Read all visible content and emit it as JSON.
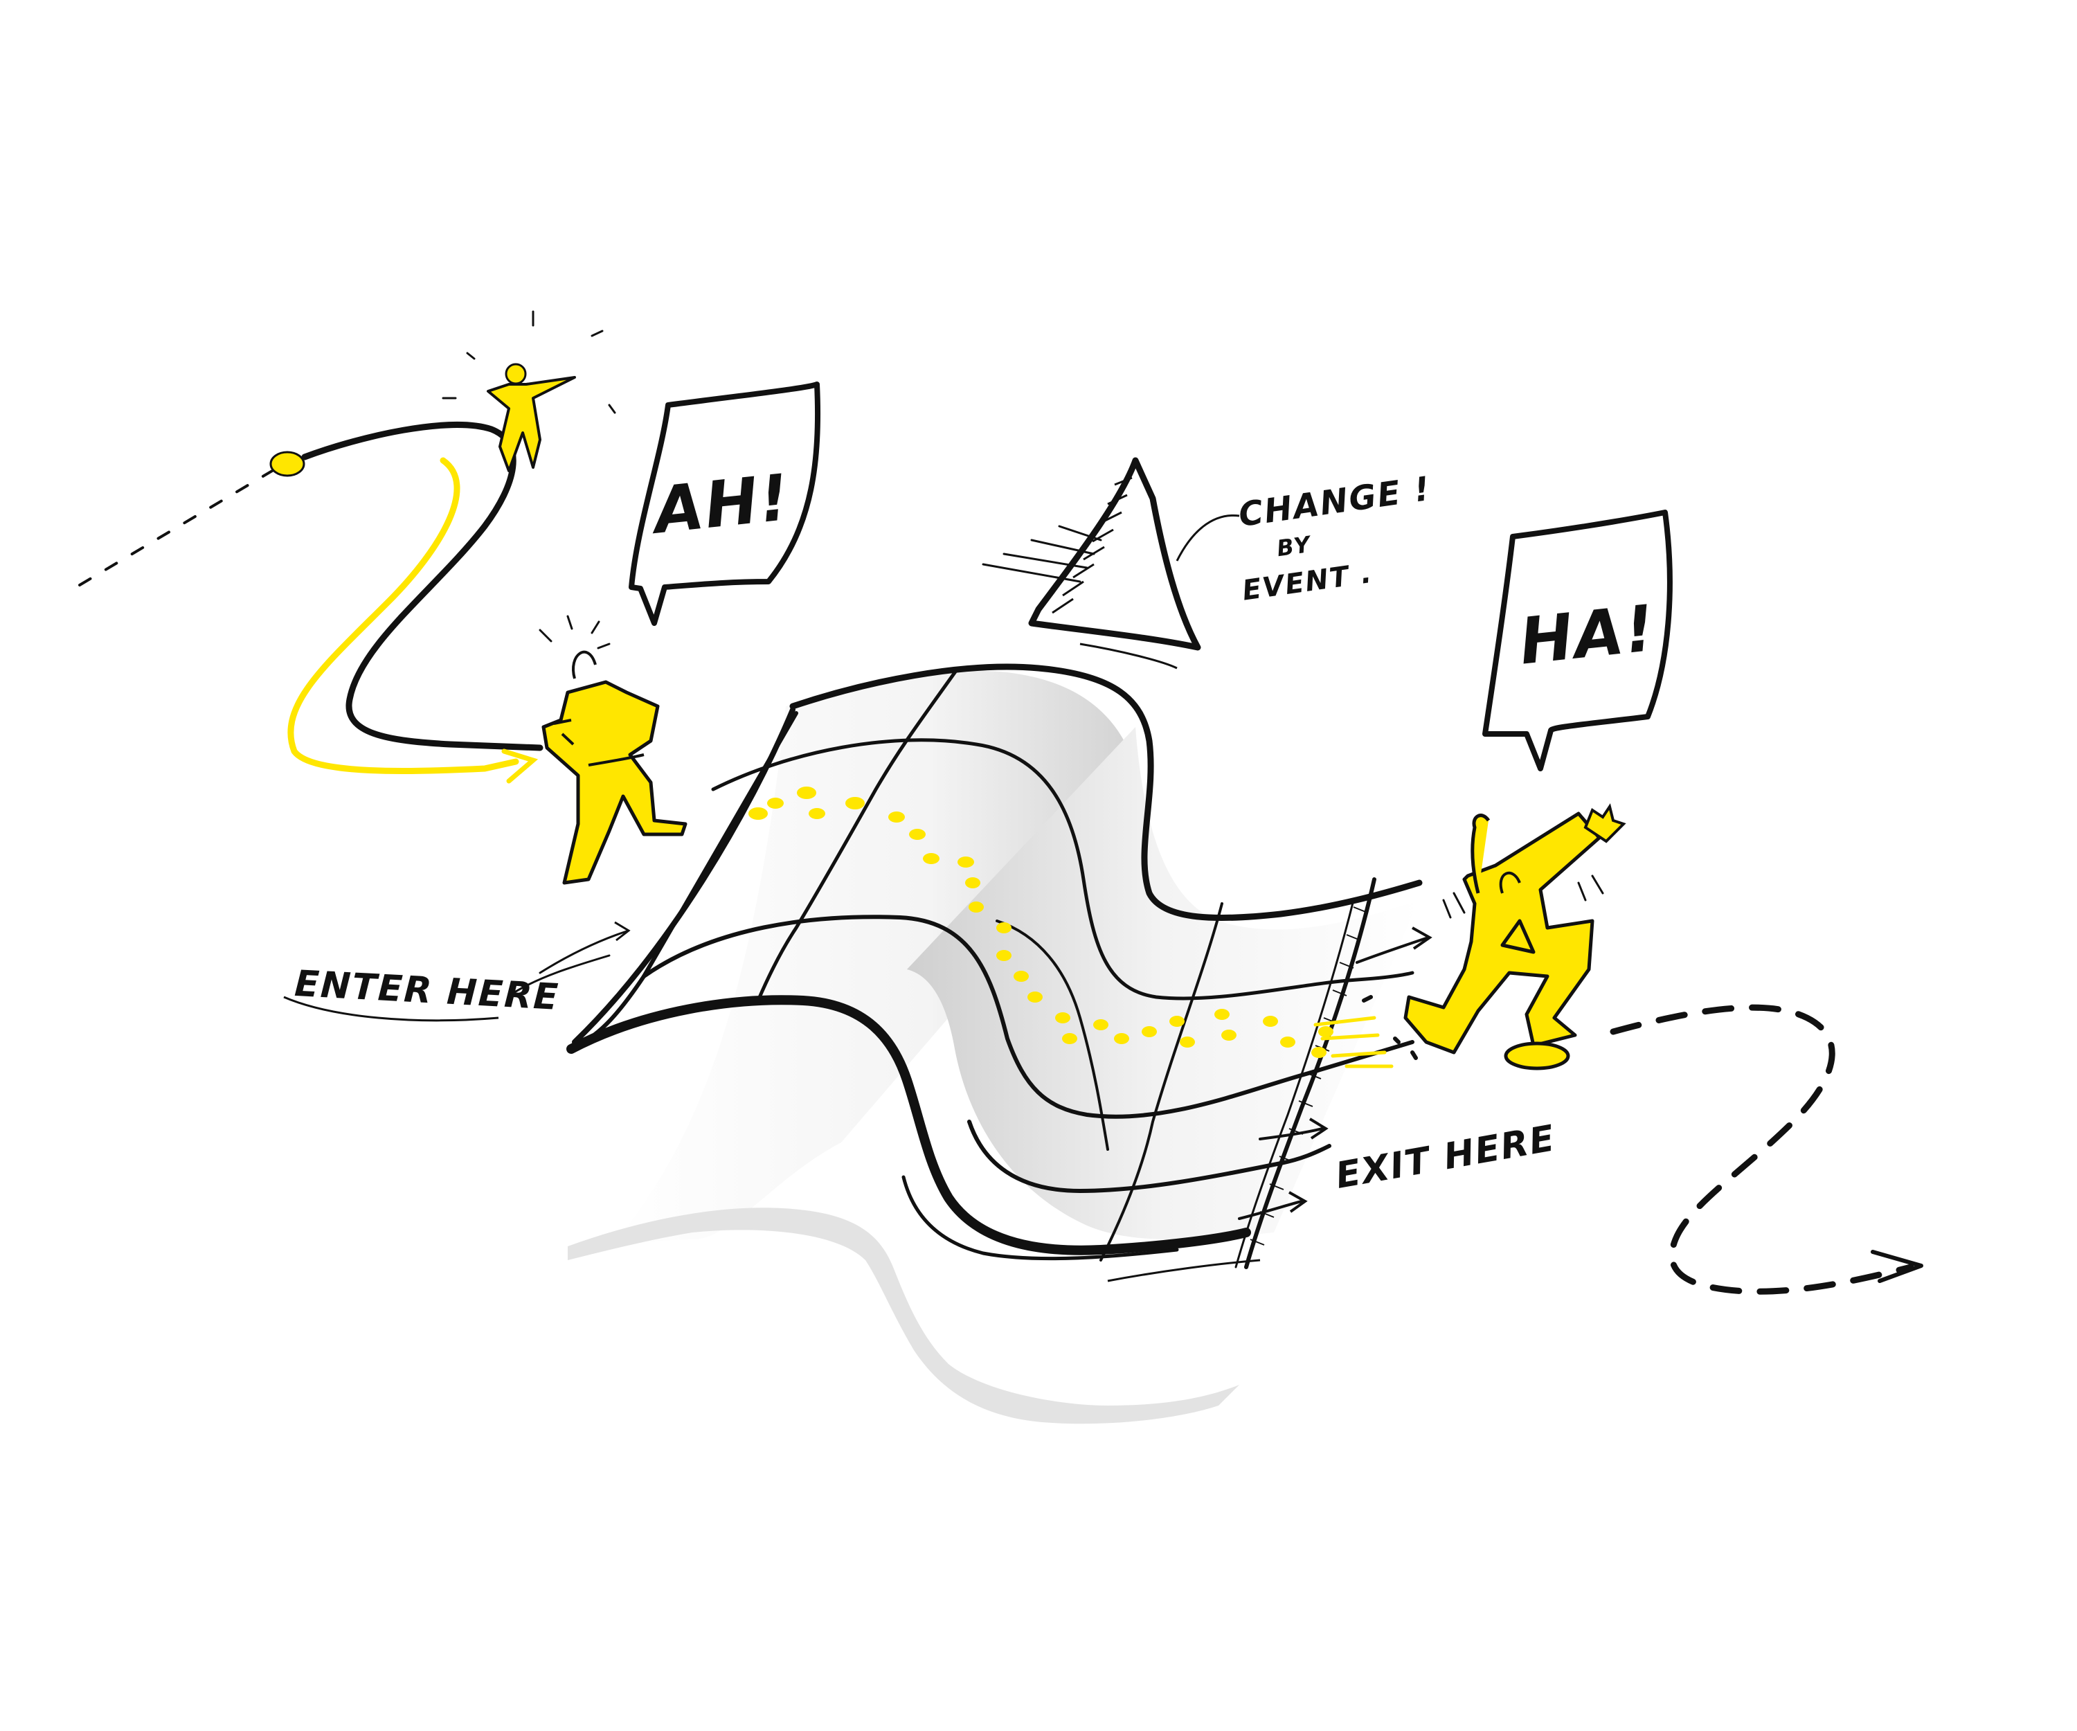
{
  "speech": {
    "ah": "AH!",
    "ha": "HA!"
  },
  "labels": {
    "change_line1": "CHANGE !",
    "change_line2": "BY",
    "change_line3": "EVENT .",
    "enter": "ENTER HERE",
    "exit": "EXIT HERE"
  },
  "colors": {
    "ink": "#111111",
    "accent_yellow": "#ffe600",
    "surface_shade": "#d4d4d4",
    "background": "#ffffff"
  }
}
